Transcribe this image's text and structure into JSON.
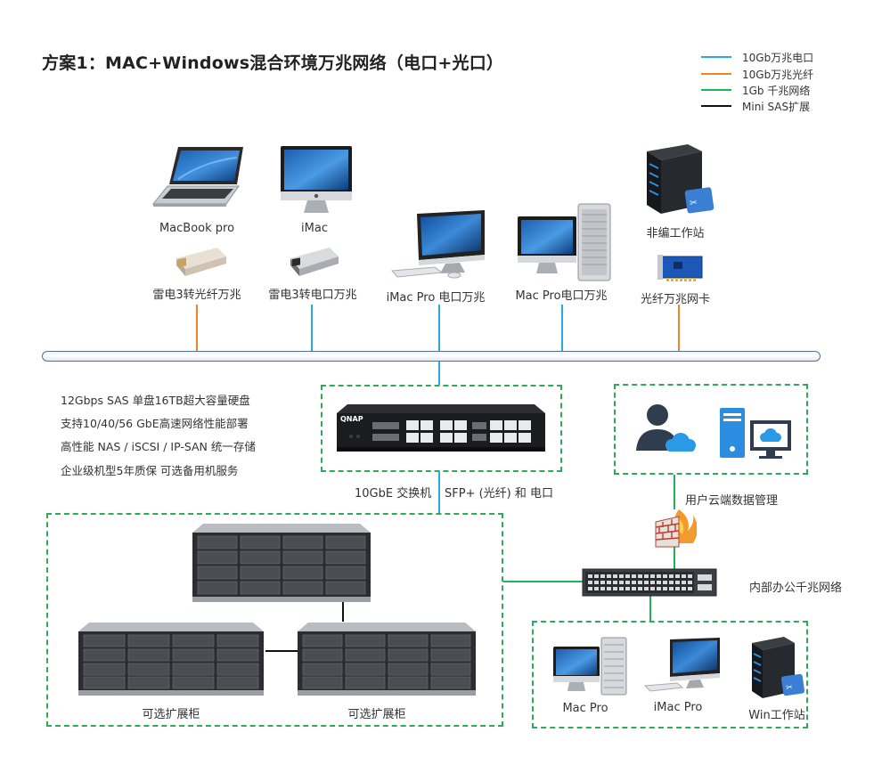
{
  "title": "方案1：MAC+Windows混合环境万兆网络（电口+光口）",
  "legend": [
    {
      "label": "10Gb万兆电口",
      "color": "#2aa7e6"
    },
    {
      "label": "10Gb万兆光纤",
      "color": "#f0822a"
    },
    {
      "label": "1Gb  千兆网络",
      "color": "#1fb35a"
    },
    {
      "label": "Mini SAS扩展",
      "color": "#111111"
    }
  ],
  "top_devices": {
    "macbook": "MacBook pro",
    "imac": "iMac",
    "adapter_fiber": "雷电3转光纤万兆",
    "adapter_copper": "雷电3转电口万兆",
    "imac_pro": "iMac Pro 电口万兆",
    "mac_pro": "Mac Pro电口万兆",
    "nonlinear_station": "非编工作站",
    "fiber_nic": "光纤万兆网卡"
  },
  "features": [
    "12Gbps SAS  单盘16TB超大容量硬盘",
    "支持10/40/56 GbE高速网络性能部署",
    "高性能 NAS / iSCSI / IP-SAN 统一存储",
    "企业级机型5年质保  可选备用机服务"
  ],
  "switch": {
    "brand": "QNAP",
    "label_left": "10GbE 交换机",
    "label_right": "SFP+ (光纤) 和 电口"
  },
  "cloud_label": "用户云端数据管理",
  "office_network_label": "内部办公千兆网络",
  "storage": {
    "expansion_left": "可选扩展柜",
    "expansion_right": "可选扩展柜"
  },
  "office_devices": {
    "mac_pro": "Mac Pro",
    "imac_pro": "iMac Pro",
    "win_station": "Win工作站"
  }
}
